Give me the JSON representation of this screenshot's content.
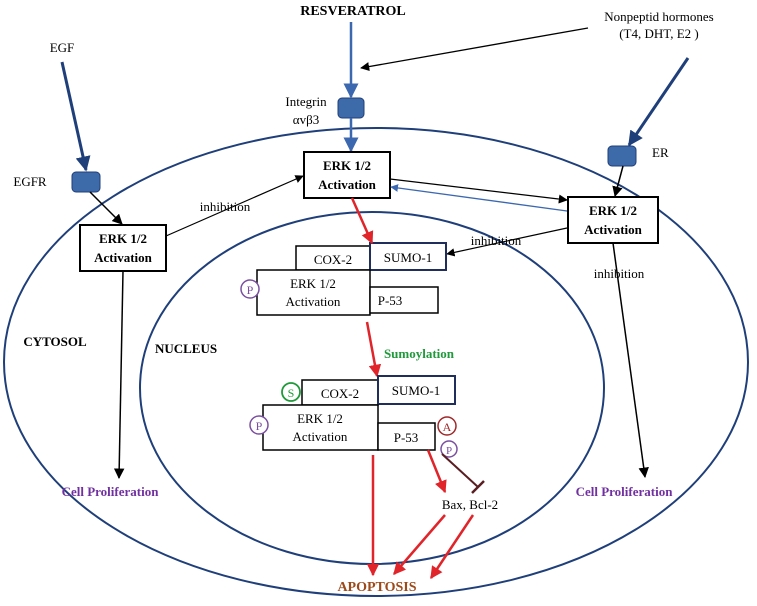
{
  "labels": {
    "resveratrol": "RESVERATROL",
    "nonpeptid_line1": "Nonpeptid hormones",
    "nonpeptid_line2": "(T4, DHT, E2 )",
    "egf": "EGF",
    "egfr": "EGFR",
    "integrin_line1": "Integrin",
    "integrin_line2": "αvβ3",
    "er": "ER",
    "cytosol": "CYTOSOL",
    "nucleus": "NUCLEUS",
    "inhibition_left": "inhibition",
    "inhibition_mid": "inhibition",
    "inhibition_right": "inhibition",
    "sumoylation": "Sumoylation",
    "cell_prolif_left": "Cell Proliferation",
    "cell_prolif_right": "Cell Proliferation",
    "bax_bcl2": "Bax, Bcl-2",
    "apoptosis": "APOPTOSIS"
  },
  "boxes": {
    "erk_left_line1": "ERK 1/2",
    "erk_left_line2": "Activation",
    "erk_center_line1": "ERK 1/2",
    "erk_center_line2": "Activation",
    "erk_right_line1": "ERK 1/2",
    "erk_right_line2": "Activation",
    "cox2_top": "COX-2",
    "sumo1_top": "SUMO-1",
    "erk_nuc_top_line1": "ERK 1/2",
    "erk_nuc_top_line2": "Activation",
    "p53_top": "P-53",
    "cox2_bottom": "COX-2",
    "sumo1_bottom": "SUMO-1",
    "erk_nuc_bottom_line1": "ERK 1/2",
    "erk_nuc_bottom_line2": "Activation",
    "p53_bottom": "P-53"
  },
  "badges": {
    "p_top": "P",
    "s_bottom": "S",
    "p_bottom": "P",
    "a_p53": "A",
    "p_p53": "P"
  },
  "colors": {
    "receptor": "#3d6aa8",
    "blue_arrow": "#3c68b0",
    "navy_arrow": "#1f3f7a",
    "red_arrow": "#e0242a",
    "purple_text": "#7030a0",
    "green_text": "#1e9a3a",
    "apoptosis_text": "#9c4a1a",
    "sumo_border": "#1f2e5a",
    "badge_a": "#a0282a",
    "badge_p": "#7b4fa0",
    "badge_s": "#1e9a3a"
  }
}
